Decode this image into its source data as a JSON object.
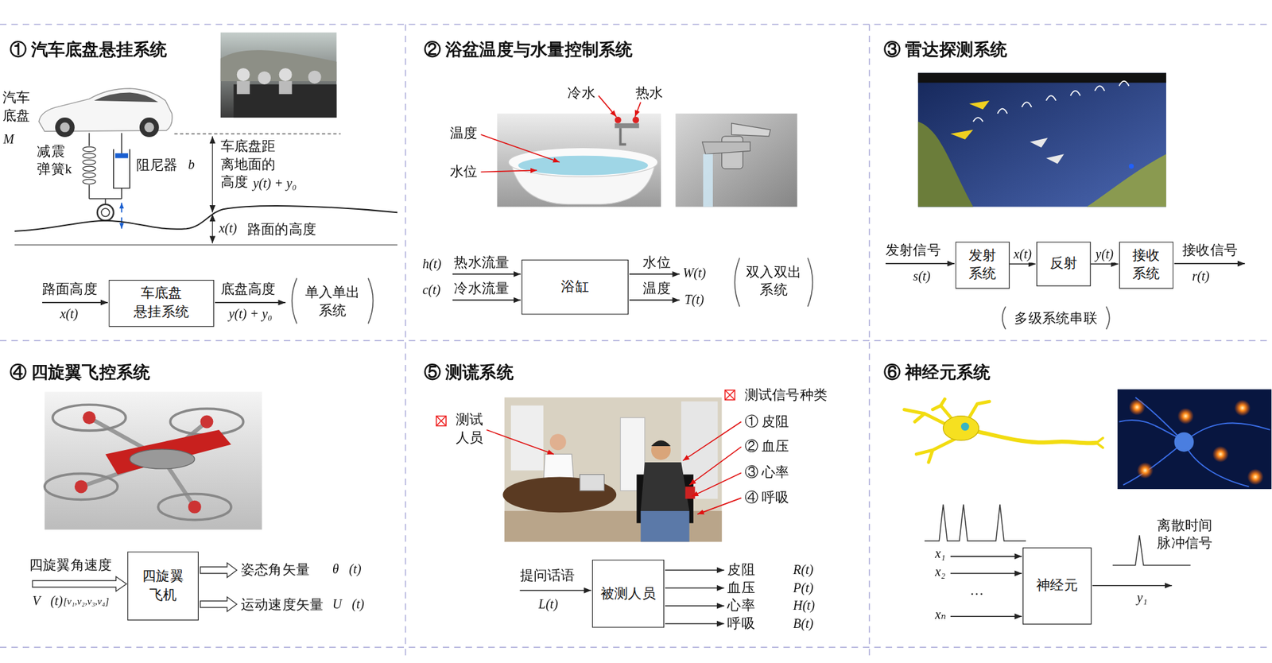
{
  "diagram": {
    "nodes": [
      {
        "text": [
          "车底盘 悬挂系统"
        ]
      },
      {
        "text": [
          "浴缸"
        ]
      },
      {
        "text": [
          "发射 系统"
        ]
      },
      {
        "text": [
          "反射"
        ]
      },
      {
        "text": [
          "接收 系统"
        ]
      },
      {
        "text": [
          "四旋翼 飞机"
        ]
      },
      {
        "text": [
          "被测人员"
        ]
      },
      {
        "text": [
          "神经元"
        ]
      }
    ],
    "edges": [
      {
        "from": 2,
        "to": 3,
        "label": "x(t)",
        "arrow": "to"
      },
      {
        "from": 3,
        "to": 4,
        "label": "y(t)",
        "arrow": "to"
      }
    ],
    "labels": [
      "① 汽车底盘悬挂系统",
      "汽车 底盘",
      "M",
      "减震 弹簧k",
      "阻尼器",
      "b",
      "车底盘距 离地面的 高度",
      "y(t) + y₀",
      "x(t)",
      "路面的高度",
      "路面高度",
      "x(t)",
      "底盘高度",
      "y(t) + y₀",
      "单入单出 系统",
      "② 浴盆温度与水量控制系统",
      "冷水",
      "热水",
      "温度",
      "水位",
      "h(t)",
      "热水流量",
      "c(t)",
      "冷水流量",
      "水位",
      "W(t)",
      "温度",
      "T(t)",
      "双入双出 系统",
      "③ 雷达探测系统",
      "发射信号",
      "s(t)",
      "接收信号",
      "r(t)",
      "多级系统串联",
      "④ 四旋翼飞控系统",
      "四旋翼角速度",
      "V⃗(t)",
      "[v₁,v₂,v₃,v₄]",
      "姿态角矢量",
      "θ⃗(t)",
      "运动速度矢量",
      "U⃗(t)",
      "⑤ 测谎系统",
      "测试 人员",
      "测试信号种类",
      "① 皮阻",
      "② 血压",
      "③ 心率",
      "④ 呼吸",
      "提问话语",
      "L(t)",
      "皮阻",
      "R(t)",
      "血压",
      "P(t)",
      "心率",
      "H(t)",
      "呼吸",
      "B(t)",
      "⑥ 神经元系统",
      "x₁",
      "x₂",
      "···",
      "xₙ",
      "y₁",
      "离散时间 脉冲信号"
    ]
  }
}
